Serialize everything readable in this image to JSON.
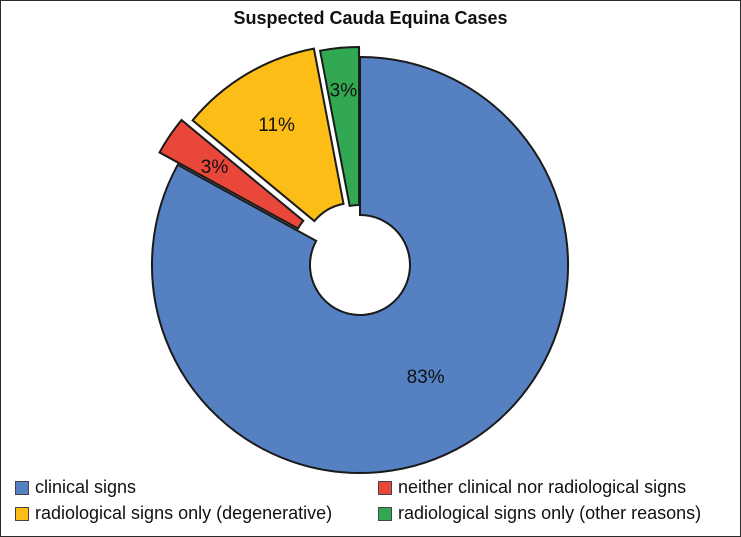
{
  "chart_data": {
    "type": "pie",
    "title": "Suspected Cauda Equina Cases",
    "donut": true,
    "exploded": true,
    "legend_position": "bottom",
    "slices": [
      {
        "label": "clinical signs",
        "value": 83,
        "display": "83%",
        "color": "#5581c2"
      },
      {
        "label": "neither clinical nor radiological signs",
        "value": 3,
        "display": "3%",
        "color": "#e8473a"
      },
      {
        "label": "radiological signs only (degenerative)",
        "value": 11,
        "display": "11%",
        "color": "#fbbd16"
      },
      {
        "label": "radiological signs only (other reasons)",
        "value": 3,
        "display": "3%",
        "color": "#33a852"
      }
    ]
  }
}
